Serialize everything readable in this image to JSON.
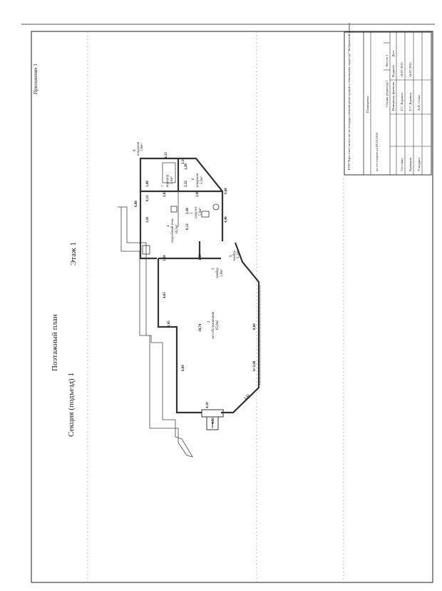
{
  "header": {
    "appendix": "Приложение 1",
    "title": "Поэтажный план",
    "section": "Секция (подъезд) 1",
    "floor": "Этаж 1"
  },
  "plan": {
    "rooms": [
      {
        "num": "2",
        "name": "зал обслуживания",
        "area": "65,8м²"
      },
      {
        "num": "3",
        "name": "тамбур",
        "area": "1,8м²"
      },
      {
        "num": "4",
        "name": "подсобный пом.",
        "area": "16,3м²"
      },
      {
        "num": "5",
        "name": "санузел",
        "area": "5,6м²"
      },
      {
        "num": "6",
        "name": "кладовая",
        "area": "5,5м²"
      },
      {
        "num": "7",
        "name": "коридор",
        "area": "3,0м²"
      },
      {
        "num": "8",
        "name": "кладовая",
        "area": "1,6м²"
      },
      {
        "num": "9",
        "name": "тамбур",
        "area": "2,1м²"
      }
    ],
    "dimensions": [
      "18,74",
      "4,65",
      "1,45",
      "6,09",
      "8,60",
      "h=2,68",
      "2,32",
      "4,10",
      "4,30",
      "3,41",
      "6,88",
      "1,30",
      "2,38",
      "0,12",
      "1,55",
      "2,32",
      "1,28",
      "4,46",
      "0,68",
      "2,98",
      "2,65",
      "1,08",
      "0,11",
      "1,35",
      "4,33"
    ]
  },
  "title_block": {
    "org": "РУП \"Брестское агентство по государственной регистрации и земельному кадастру\" Кобринский филиал",
    "doc_type": "Планировка",
    "code": "Секция (подъезд) 1",
    "date_line": "по состоянию на 03.03.2016",
    "sheet_label": "Листов 1",
    "columns": [
      "",
      "Инициалы, фамилия",
      "Подпись",
      "Дата"
    ],
    "rows": [
      [
        "Составил",
        "Г.С. Куравич",
        "",
        "14.07.2016"
      ],
      [
        "Проверил",
        "Г.С. Куравич",
        "",
        "14.07.2016"
      ],
      [
        "Утвердил",
        "А.П. Совко",
        "",
        ""
      ]
    ]
  }
}
